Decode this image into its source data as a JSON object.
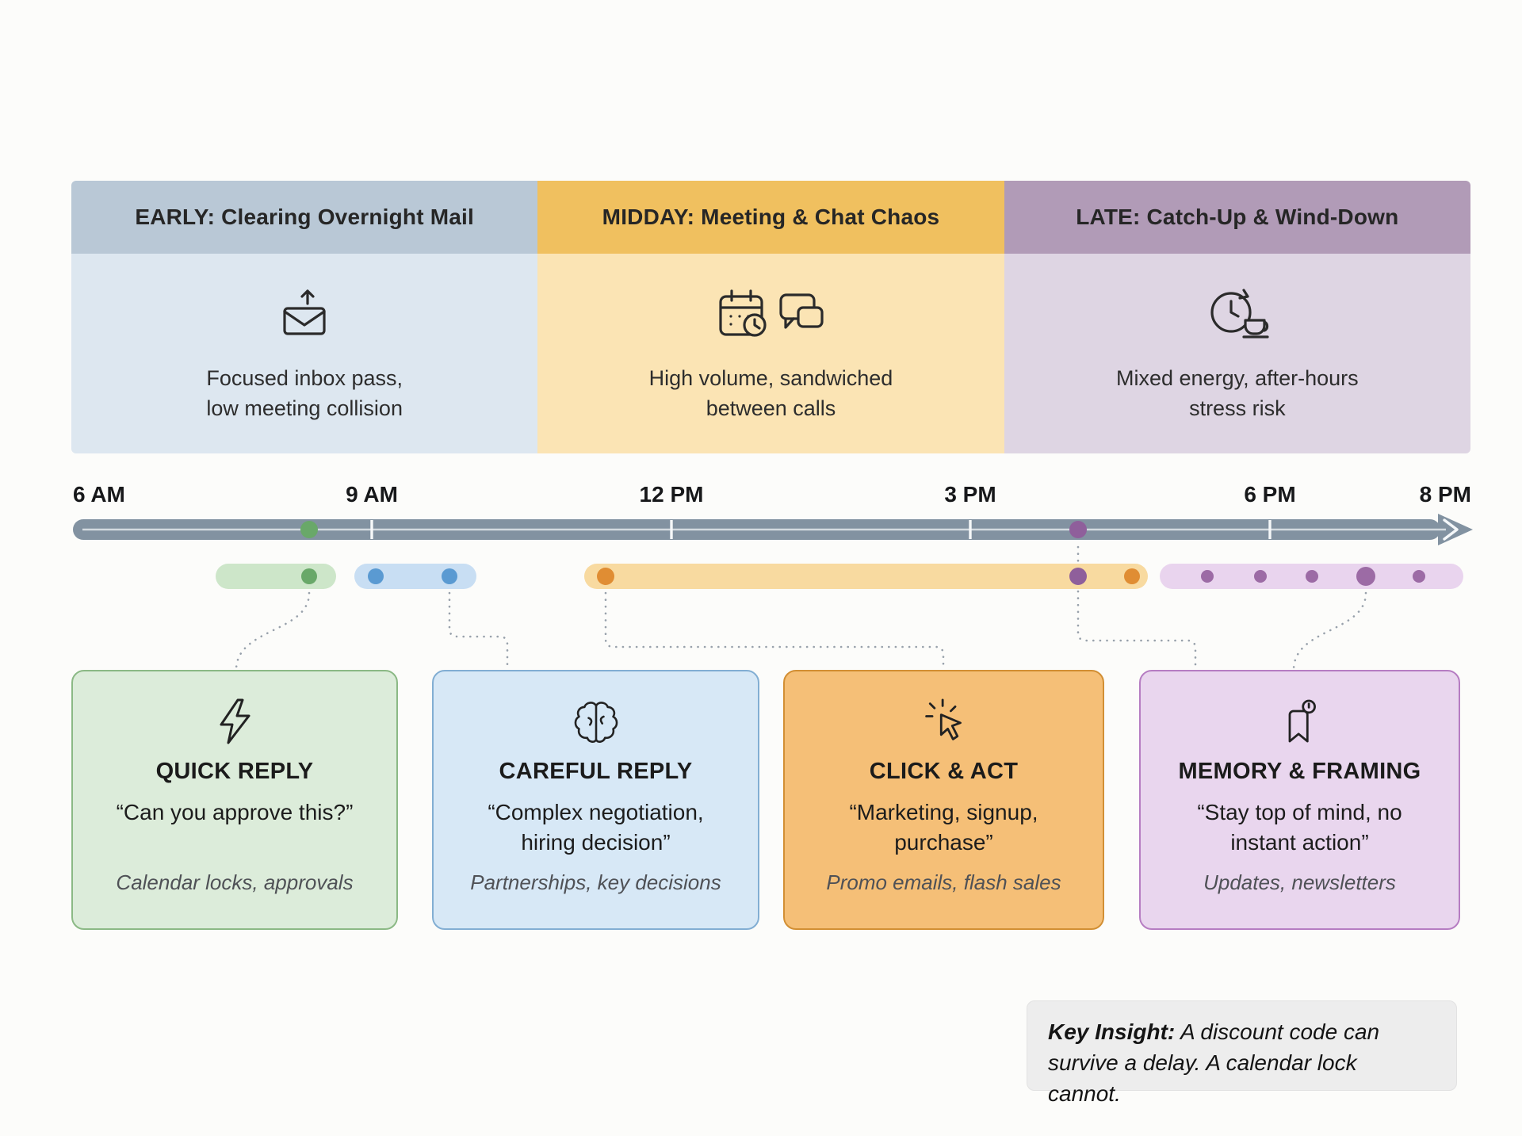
{
  "phases": [
    {
      "title": "EARLY: Clearing Overnight Mail",
      "icon": "mail-outbox-icon",
      "description": "Focused inbox pass,\nlow meeting collision",
      "header_color": "#b9c8d6",
      "body_color": "#dde7f0"
    },
    {
      "title": "MIDDAY: Meeting & Chat Chaos",
      "icon": "calendar-chat-icon",
      "description": "High volume, sandwiched\nbetween calls",
      "header_color": "#f0c05f",
      "body_color": "#fbe4b4"
    },
    {
      "title": "LATE: Catch-Up & Wind-Down",
      "icon": "clock-coffee-icon",
      "description": "Mixed energy, after-hours\nstress risk",
      "header_color": "#b19bb7",
      "body_color": "#ded5e3"
    }
  ],
  "timeline": {
    "tick_labels": [
      "6 AM",
      "9 AM",
      "12 PM",
      "3 PM",
      "6 PM",
      "8 PM"
    ],
    "bar_color": "#8292a1",
    "markers": [
      {
        "name": "early-send-marker",
        "color": "#69a869"
      },
      {
        "name": "late-send-marker",
        "color": "#8f5f9b"
      }
    ],
    "activity_bands": [
      {
        "name": "quick-reply-band",
        "color": "#cde6c9",
        "dot_color": "#69a869"
      },
      {
        "name": "careful-reply-band",
        "color": "#c8def3",
        "dot_color": "#5a9ad2"
      },
      {
        "name": "click-act-band",
        "color": "#f8daa0",
        "dot_color": "#e08d33"
      },
      {
        "name": "memory-band",
        "color": "#e9d4ee",
        "dot_color": "#9c6ba5"
      }
    ]
  },
  "cards": [
    {
      "icon": "lightning-icon",
      "title": "QUICK REPLY",
      "quote": "“Can you approve this?”",
      "examples": "Calendar locks, approvals",
      "bg_color": "#dcecda",
      "border_color": "#8bb985"
    },
    {
      "icon": "brain-icon",
      "title": "CAREFUL REPLY",
      "quote": "“Complex negotiation,\nhiring decision”",
      "examples": "Partnerships, key decisions",
      "bg_color": "#d7e8f6",
      "border_color": "#82aed3"
    },
    {
      "icon": "cursor-click-icon",
      "title": "CLICK & ACT",
      "quote": "“Marketing, signup,\npurchase”",
      "examples": "Promo emails, flash sales",
      "bg_color": "#f5bf77",
      "border_color": "#d28f34"
    },
    {
      "icon": "bookmark-idea-icon",
      "title": "MEMORY & FRAMING",
      "quote": "“Stay top of mind, no\ninstant action”",
      "examples": "Updates, newsletters",
      "bg_color": "#e9d6ee",
      "border_color": "#b67dc2"
    }
  ],
  "key_insight": {
    "label": "Key Insight:",
    "text": " A discount code can survive a delay. A calendar lock cannot."
  }
}
